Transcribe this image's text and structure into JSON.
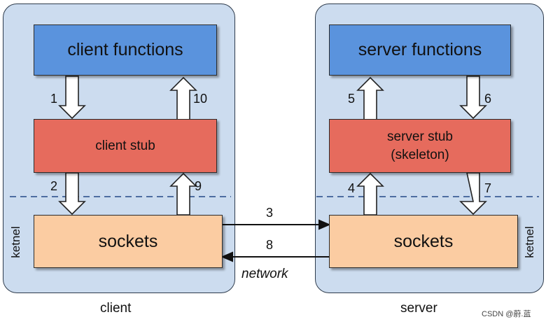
{
  "client": {
    "label": "client",
    "functions": "client functions",
    "stub": "client stub",
    "sockets": "sockets",
    "kernel": "ketnel"
  },
  "server": {
    "label": "server",
    "functions": "server functions",
    "stub_line1": "server stub",
    "stub_line2": "(skeleton)",
    "sockets": "sockets",
    "kernel": "ketnel"
  },
  "network": "network",
  "steps": [
    "1",
    "2",
    "3",
    "4",
    "5",
    "6",
    "7",
    "8",
    "9",
    "10"
  ],
  "watermark": "CSDN @蔚.蓝",
  "colors": {
    "panel": "#ccdcef",
    "functions": "#5a93dd",
    "stub": "#e66b5d",
    "sockets": "#fbcca2"
  }
}
